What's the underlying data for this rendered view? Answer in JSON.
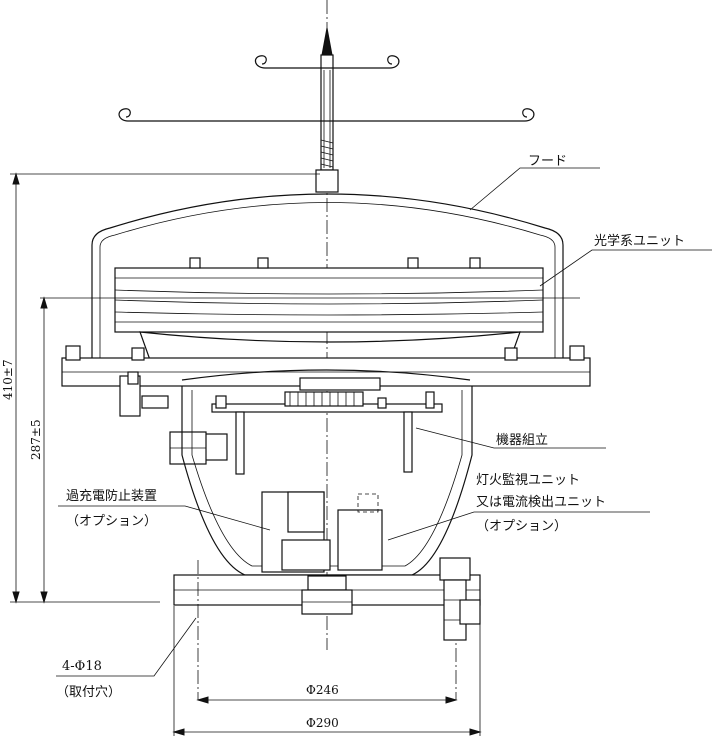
{
  "labels": {
    "hood": "フード",
    "optical_unit": "光学系ユニット",
    "equipment_assembly": "機器組立",
    "overcharge_line1": "過充電防止装置",
    "overcharge_line2": "（オプション）",
    "monitor_line1": "灯火監視ユニット",
    "monitor_line2": "又は電流検出ユニット",
    "monitor_line3": "（オプション）",
    "holes_line1": "4-Φ18",
    "holes_line2": "（取付穴）"
  },
  "dimensions": {
    "total_height": "410±7",
    "mid_height": "287±5",
    "pitch_diameter": "Φ246",
    "outer_diameter": "Φ290"
  }
}
